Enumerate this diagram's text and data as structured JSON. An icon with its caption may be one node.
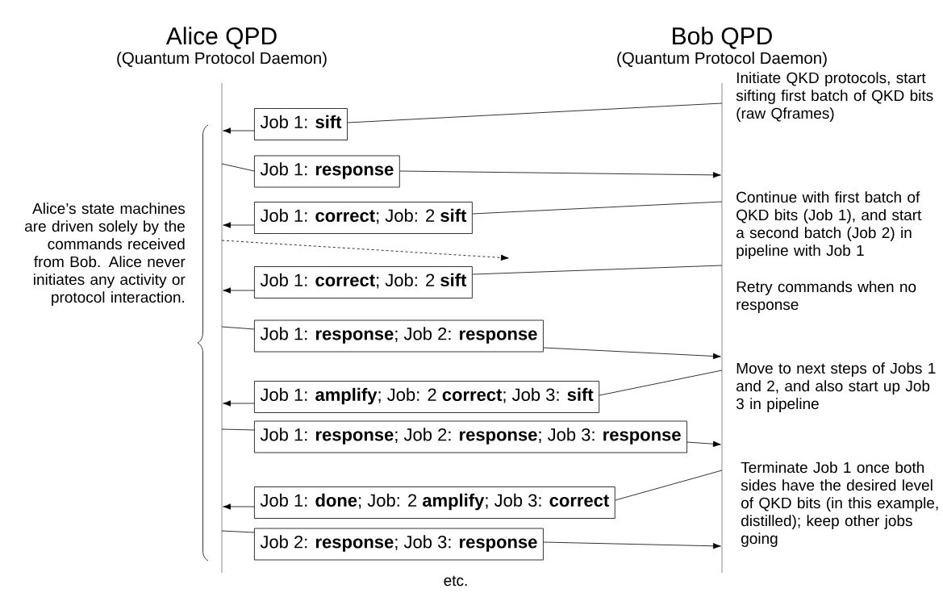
{
  "diagram": {
    "nodes": [
      {
        "text": [
          "Alice QPD",
          "(Quantum Protocol Daemon)"
        ]
      },
      {
        "text": [
          "Bob QPD",
          "(Quantum Protocol Daemon)"
        ]
      },
      {
        "text": [
          "Job 1: **sift**"
        ]
      },
      {
        "text": [
          "Job 1: **response**"
        ]
      },
      {
        "text": [
          "Job 1: **correct**; Job: 2 **sift**"
        ]
      },
      {
        "text": [
          "Job 1: **correct**; Job: 2 **sift**"
        ]
      },
      {
        "text": [
          "Job 1: **response**; Job 2: **response**"
        ]
      },
      {
        "text": [
          "Job 1: **amplify**; Job: 2 **correct**; Job 3: **sift**"
        ]
      },
      {
        "text": [
          "Job 1: **response**; Job 2: **response**; Job 3: **response**"
        ]
      },
      {
        "text": [
          "Job 1: **done**; Job: 2 **amplify**; Job 3: **correct**"
        ]
      },
      {
        "text": [
          "Job 2: **response**; Job 3: **response**"
        ]
      }
    ],
    "edges": [
      {
        "from": 1,
        "to": 2,
        "arrow": "none"
      },
      {
        "from": 2,
        "to": 0,
        "arrow": "to"
      },
      {
        "from": 0,
        "to": 3,
        "arrow": "none"
      },
      {
        "from": 3,
        "to": 1,
        "arrow": "to"
      },
      {
        "from": 1,
        "to": 4,
        "arrow": "none"
      },
      {
        "from": 4,
        "to": 0,
        "arrow": "to"
      },
      {
        "from": 0,
        "to": null,
        "arrow": "to",
        "style": "dashed"
      },
      {
        "from": 1,
        "to": 5,
        "arrow": "none"
      },
      {
        "from": 5,
        "to": 0,
        "arrow": "to"
      },
      {
        "from": 0,
        "to": 6,
        "arrow": "none"
      },
      {
        "from": 6,
        "to": 1,
        "arrow": "to"
      },
      {
        "from": 1,
        "to": 7,
        "arrow": "none"
      },
      {
        "from": 7,
        "to": 0,
        "arrow": "to"
      },
      {
        "from": 0,
        "to": 8,
        "arrow": "none"
      },
      {
        "from": 8,
        "to": 1,
        "arrow": "to"
      },
      {
        "from": 1,
        "to": 9,
        "arrow": "none"
      },
      {
        "from": 9,
        "to": 0,
        "arrow": "to"
      },
      {
        "from": 0,
        "to": 10,
        "arrow": "none"
      },
      {
        "from": 10,
        "to": 1,
        "arrow": "to"
      }
    ],
    "labels": [
      "Initiate QKD protocols, start sifting first batch of QKD bits (raw Qframes)",
      "Continue with first batch of QKD bits (Job 1), and start a second batch (Job 2) in pipeline with Job 1",
      "Retry commands when no response",
      "Alice’s state machines are driven solely by the commands received from Bob. Alice never initiates any activity or protocol interaction.",
      "Move to next steps of Jobs 1 and 2, and also start up Job 3 in pipeline",
      "Terminate Job 1 once both sides have the desired level of QKD bits (in this example, distilled); keep other jobs going",
      "etc."
    ]
  }
}
